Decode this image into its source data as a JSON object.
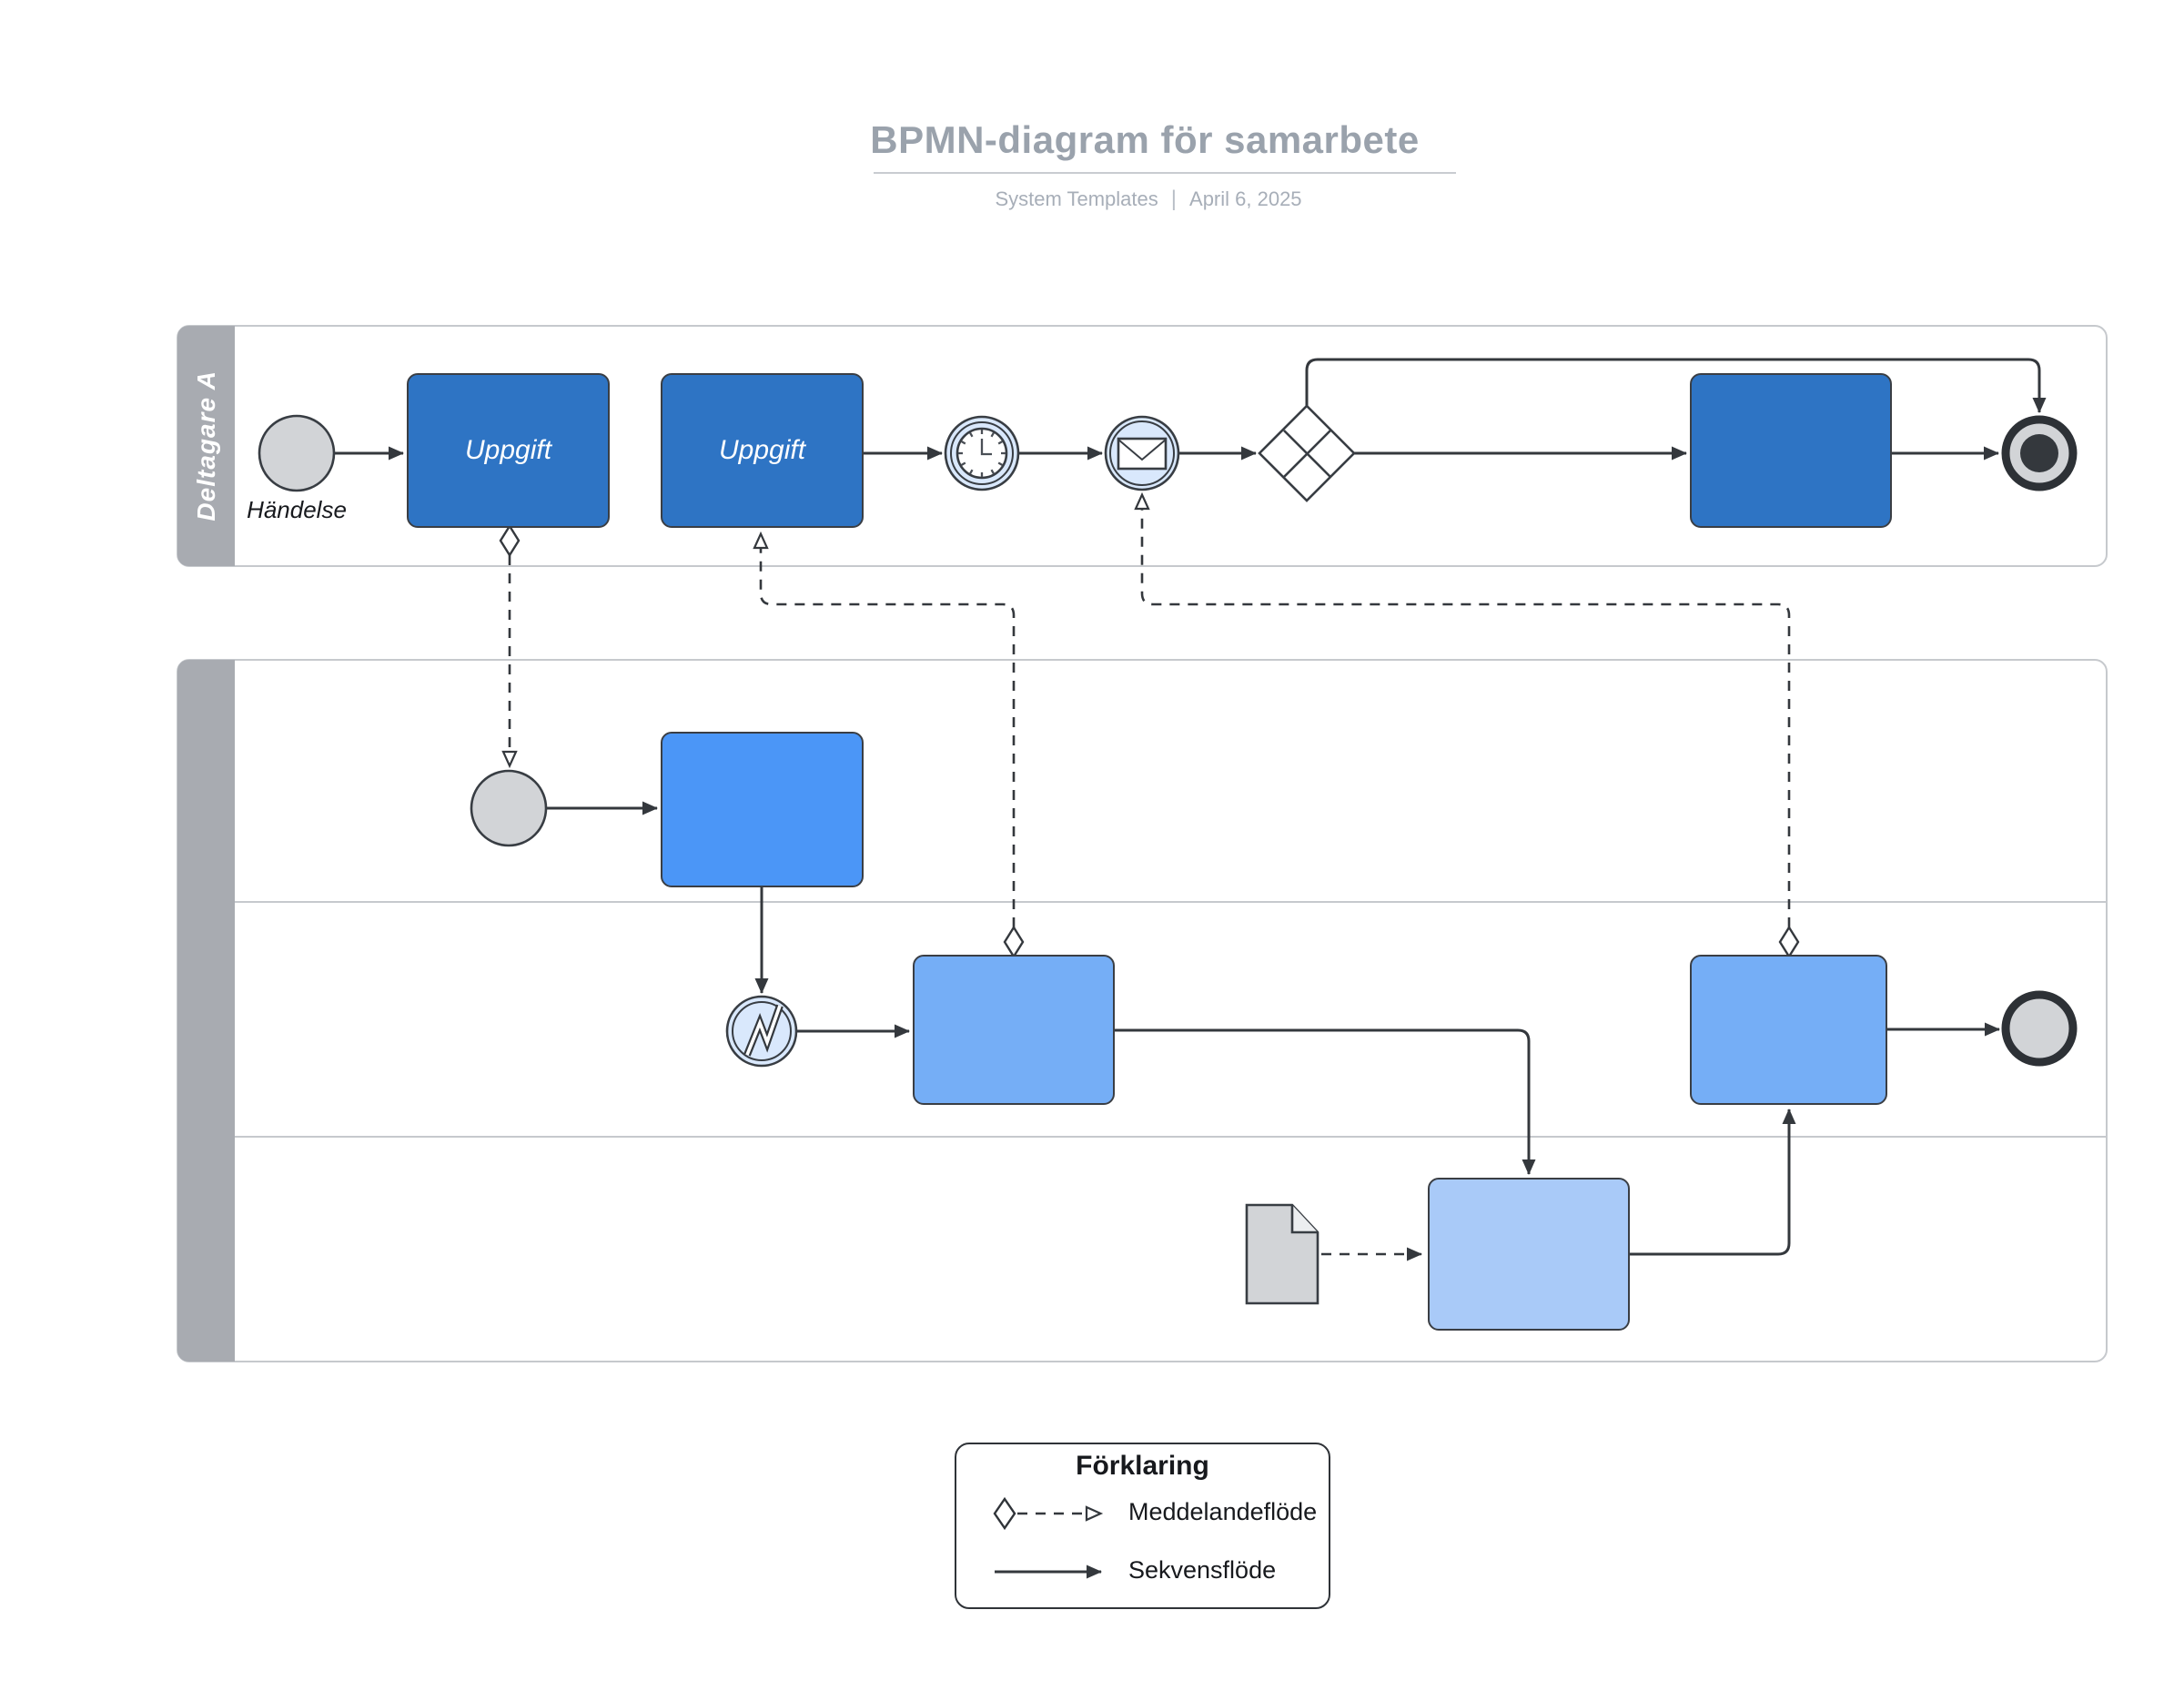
{
  "header": {
    "title": "BPMN-diagram för samarbete",
    "source": "System Templates",
    "separator": "|",
    "date": "April 6, 2025"
  },
  "pool_a": {
    "label": "Deltagare A",
    "start_event_label": "Händelse",
    "tasks": {
      "task1": "Uppgift",
      "task2": "Uppgift",
      "task3": ""
    }
  },
  "pool_b": {
    "label": "",
    "lane_count": 3
  },
  "legend": {
    "title": "Förklaring",
    "items": [
      {
        "label": "Meddelandeflöde",
        "style": "message-flow-dashed-open-arrow-diamond"
      },
      {
        "label": "Sekvensflöde",
        "style": "sequence-flow-solid-filled-arrow"
      }
    ]
  },
  "icons": {
    "timer": "clock-icon",
    "message": "envelope-icon",
    "signal": "lightning-icon",
    "data_object": "document-icon",
    "gateway": "x-gateway-icon"
  },
  "colors": {
    "title_gray": "#9aa2ac",
    "subtitle_gray": "#a7aeb8",
    "task_dark_blue": "#2e74c4",
    "task_bright_blue": "#4b96f7",
    "task_medium_blue": "#75aef6",
    "task_pale_blue": "#a9caf8",
    "event_fill": "#d9e8fc",
    "neutral_gray": "#d2d4d7",
    "pool_header_gray": "#a8abb1",
    "pool_border_gray": "#c6c9cd",
    "stroke_dark": "#34383d",
    "text_dark": "#17191d"
  }
}
